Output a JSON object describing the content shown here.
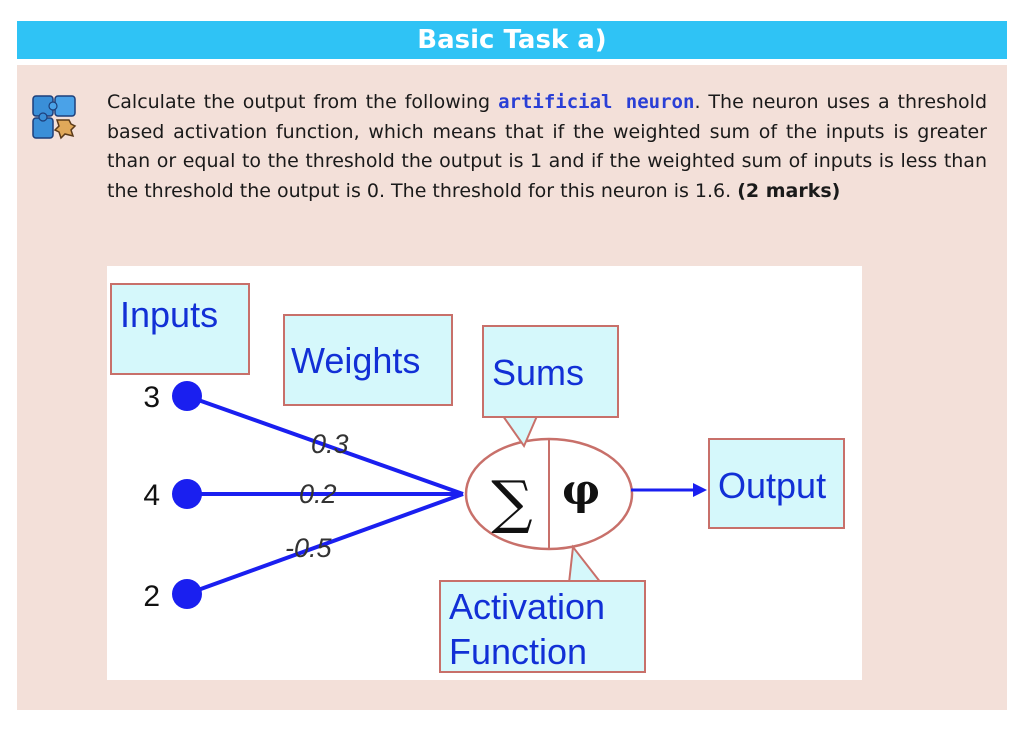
{
  "header": {
    "title": "Basic Task a)"
  },
  "task": {
    "text_1": "Calculate the output from the following ",
    "code_term": "artificial neuron",
    "text_2": ". The neuron uses a threshold based activation function, which means that if the weighted sum of the inputs is greater than or equal to the threshold the output is 1 and if the weighted sum of inputs is less than the threshold the output is 0.  The threshold for this neuron is 1.6. ",
    "marks": "(2 marks)"
  },
  "diagram": {
    "inputs_label": "Inputs",
    "weights_label": "Weights",
    "sums_label": "Sums",
    "output_label": "Output",
    "activation_label_line1": "Activation",
    "activation_label_line2": "Function",
    "sigma_symbol": "∑",
    "phi_symbol": "φ",
    "inputs": [
      {
        "value": "3",
        "weight": "0.3"
      },
      {
        "value": "4",
        "weight": "0.2"
      },
      {
        "value": "2",
        "weight": "-0.5"
      }
    ]
  },
  "colors": {
    "header_bg": "#2fc3f5",
    "panel_bg": "#f3e0d9",
    "callout_bg": "#d5f8fb",
    "callout_border": "#c8706a",
    "link_blue": "#1a1ff0",
    "label_blue": "#1230d6"
  }
}
